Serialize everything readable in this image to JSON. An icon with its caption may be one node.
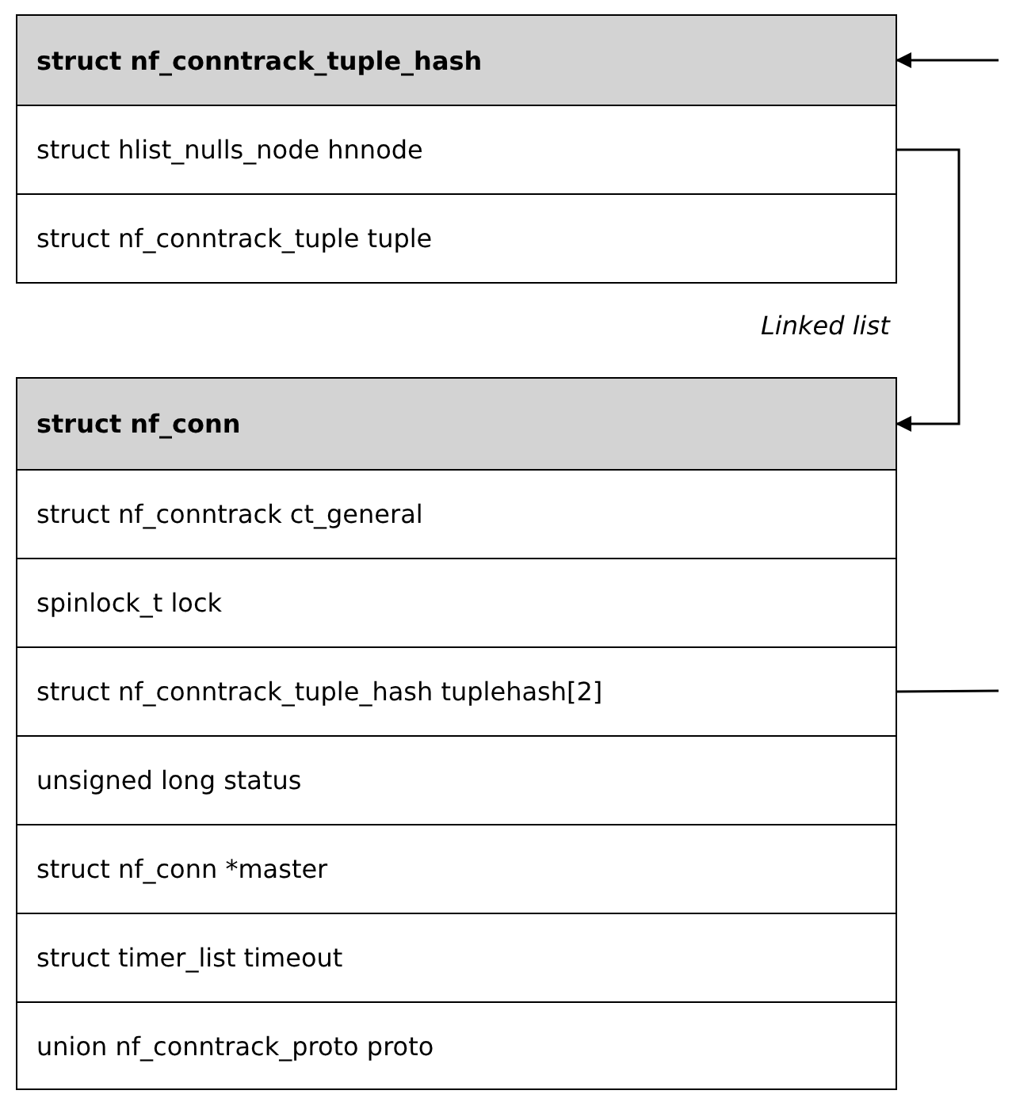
{
  "diagram": {
    "nodes": [
      {
        "text": [
          "struct nf_conntrack_tuple_hash"
        ]
      },
      {
        "text": [
          "struct hlist_nulls_node hnnode"
        ]
      },
      {
        "text": [
          "struct nf_conntrack_tuple tuple"
        ]
      },
      {
        "text": [
          "struct nf_conn"
        ]
      },
      {
        "text": [
          "struct nf_conntrack ct_general"
        ]
      },
      {
        "text": [
          "spinlock_t lock"
        ]
      },
      {
        "text": [
          "struct nf_conntrack_tuple_hash tuplehash[2]"
        ]
      },
      {
        "text": [
          "unsigned long status"
        ]
      },
      {
        "text": [
          "struct nf_conn *master"
        ]
      },
      {
        "text": [
          "struct timer_list timeout"
        ]
      },
      {
        "text": [
          "union nf_conntrack_proto proto"
        ]
      }
    ],
    "edges": [
      {
        "from": 1,
        "to": 3,
        "arrow": "to",
        "label": "Linked list"
      },
      {
        "from": null,
        "to": 0,
        "arrow": "to"
      },
      {
        "from": 6,
        "to": null,
        "arrow": "none"
      }
    ]
  }
}
